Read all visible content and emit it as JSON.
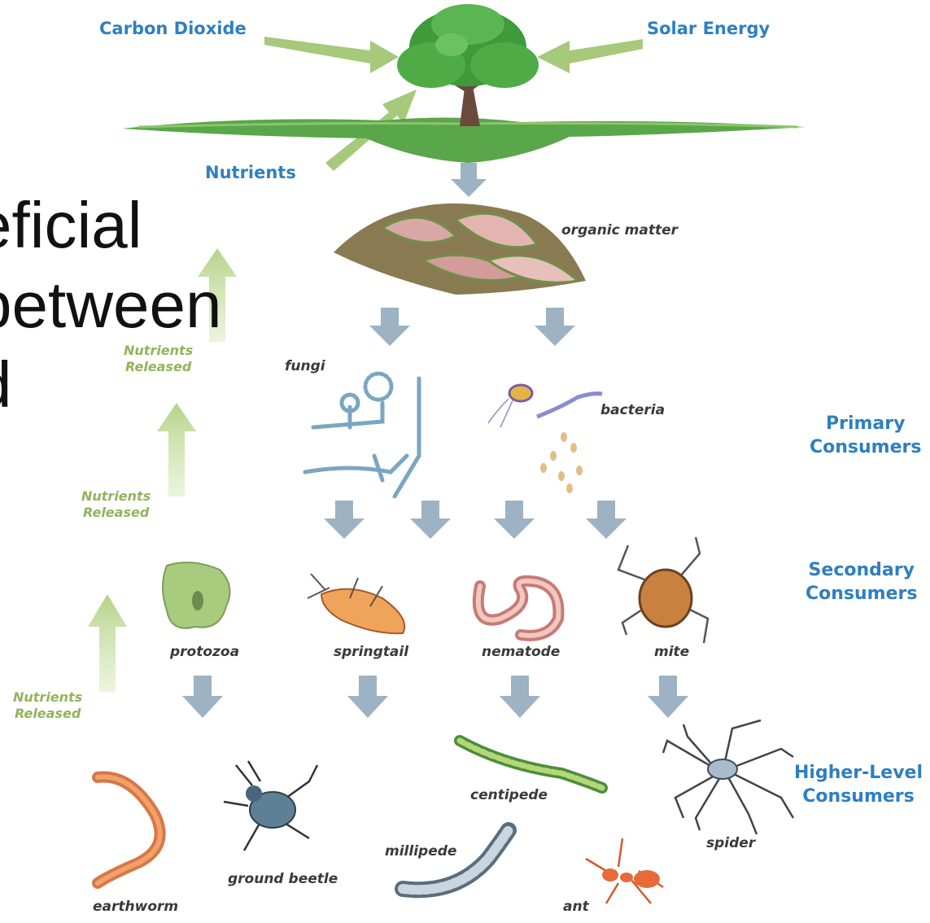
{
  "slide_text": {
    "line1": "eficial",
    "line2": "between",
    "line3": "d"
  },
  "inputs": {
    "carbon_dioxide": "Carbon Dioxide",
    "solar_energy": "Solar Energy",
    "nutrients": "Nutrients"
  },
  "organisms": {
    "organic_matter": "organic matter",
    "fungi": "fungi",
    "bacteria": "bacteria",
    "protozoa": "protozoa",
    "springtail": "springtail",
    "nematode": "nematode",
    "mite": "mite",
    "centipede": "centipede",
    "spider": "spider",
    "millipede": "millipede",
    "ground_beetle": "ground beetle",
    "earthworm": "earthworm",
    "ant": "ant"
  },
  "levels": {
    "primary": {
      "line1": "Primary",
      "line2": "Consumers"
    },
    "secondary": {
      "line1": "Secondary",
      "line2": "Consumers"
    },
    "higher": {
      "line1": "Higher-Level",
      "line2": "Consumers"
    }
  },
  "nutrients_released": [
    {
      "line1": "Nutrients",
      "line2": "Released"
    },
    {
      "line1": "Nutrients",
      "line2": "Released"
    },
    {
      "line1": "Nutrients",
      "line2": "Released"
    }
  ],
  "colors": {
    "label_blue": "#2f7fc0",
    "green_arrow": "#b9d58c",
    "gray_arrow": "#9db2c2",
    "tree": "#3e9a3a"
  }
}
